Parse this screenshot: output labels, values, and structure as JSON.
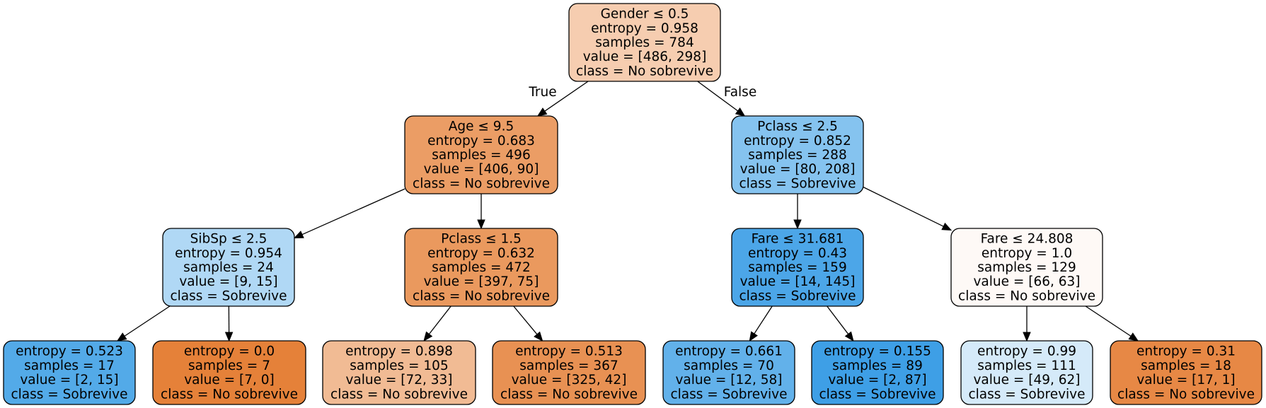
{
  "tree": {
    "edge_labels": {
      "left": "True",
      "right": "False"
    },
    "nodes": [
      {
        "id": "root",
        "lines": [
          "Gender ≤ 0.5",
          "entropy = 0.958",
          "samples = 784",
          "value = [486, 298]",
          "class = No sobrevive"
        ],
        "fill": "#f6cdb0"
      },
      {
        "id": "age",
        "lines": [
          "Age ≤ 9.5",
          "entropy = 0.683",
          "samples = 496",
          "value = [406, 90]",
          "class = No sobrevive"
        ],
        "fill": "#eb9d65"
      },
      {
        "id": "pclass-right",
        "lines": [
          "Pclass ≤ 2.5",
          "entropy = 0.852",
          "samples = 288",
          "value = [80, 208]",
          "class = Sobrevive"
        ],
        "fill": "#85c3ef"
      },
      {
        "id": "sibsp",
        "lines": [
          "SibSp ≤ 2.5",
          "entropy = 0.954",
          "samples = 24",
          "value = [9, 15]",
          "class = Sobrevive"
        ],
        "fill": "#b0d8f5"
      },
      {
        "id": "pclass-left",
        "lines": [
          "Pclass ≤ 1.5",
          "entropy = 0.632",
          "samples = 472",
          "value = [397, 75]",
          "class = No sobrevive"
        ],
        "fill": "#ea995e"
      },
      {
        "id": "fare-31",
        "lines": [
          "Fare ≤ 31.681",
          "entropy = 0.43",
          "samples = 159",
          "value = [14, 145]",
          "class = Sobrevive"
        ],
        "fill": "#4ca6e8"
      },
      {
        "id": "fare-24",
        "lines": [
          "Fare ≤ 24.808",
          "entropy = 1.0",
          "samples = 129",
          "value = [66, 63]",
          "class = No sobrevive"
        ],
        "fill": "#fef9f6"
      },
      {
        "id": "leaf-1",
        "lines": [
          "entropy = 0.523",
          "samples = 17",
          "value = [2, 15]",
          "class = Sobrevive"
        ],
        "fill": "#53aae8"
      },
      {
        "id": "leaf-2",
        "lines": [
          "entropy = 0.0",
          "samples = 7",
          "value = [7, 0]",
          "class = No sobrevive"
        ],
        "fill": "#e58139"
      },
      {
        "id": "leaf-3",
        "lines": [
          "entropy = 0.898",
          "samples = 105",
          "value = [72, 33]",
          "class = No sobrevive"
        ],
        "fill": "#f1bb94"
      },
      {
        "id": "leaf-4",
        "lines": [
          "entropy = 0.513",
          "samples = 367",
          "value = [325, 42]",
          "class = No sobrevive"
        ],
        "fill": "#e89153"
      },
      {
        "id": "leaf-5",
        "lines": [
          "entropy = 0.661",
          "samples = 70",
          "value = [12, 58]",
          "class = Sobrevive"
        ],
        "fill": "#62b1ea"
      },
      {
        "id": "leaf-6",
        "lines": [
          "entropy = 0.155",
          "samples = 89",
          "value = [2, 87]",
          "class = Sobrevive"
        ],
        "fill": "#3e9fe6"
      },
      {
        "id": "leaf-7",
        "lines": [
          "entropy = 0.99",
          "samples = 111",
          "value = [49, 62]",
          "class = Sobrevive"
        ],
        "fill": "#d5eaf9"
      },
      {
        "id": "leaf-8",
        "lines": [
          "entropy = 0.31",
          "samples = 18",
          "value = [17, 1]",
          "class = No sobrevive"
        ],
        "fill": "#e78845"
      }
    ],
    "edges": [
      [
        "root",
        "age"
      ],
      [
        "root",
        "pclass-right"
      ],
      [
        "age",
        "sibsp"
      ],
      [
        "age",
        "pclass-left"
      ],
      [
        "pclass-right",
        "fare-31"
      ],
      [
        "pclass-right",
        "fare-24"
      ],
      [
        "sibsp",
        "leaf-1"
      ],
      [
        "sibsp",
        "leaf-2"
      ],
      [
        "pclass-left",
        "leaf-3"
      ],
      [
        "pclass-left",
        "leaf-4"
      ],
      [
        "fare-31",
        "leaf-5"
      ],
      [
        "fare-31",
        "leaf-6"
      ],
      [
        "fare-24",
        "leaf-7"
      ],
      [
        "fare-24",
        "leaf-8"
      ]
    ]
  }
}
